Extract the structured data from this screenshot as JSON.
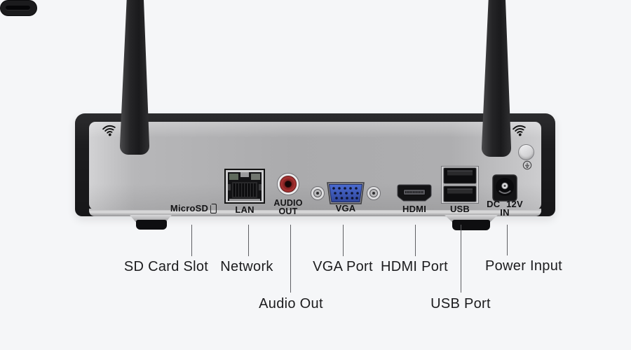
{
  "figure": {
    "colors": {
      "background": "#f5f6f8",
      "device_black": "#1e1e20",
      "panel_gray": "#b0b0b2",
      "vga_blue": "#3f5cc0",
      "rca_red": "#a33030",
      "callout_text": "#1c1c1e"
    },
    "icons": [
      "wifi-icon",
      "wifi-icon",
      "ground-icon",
      "microsd-card-icon"
    ],
    "port_labels": {
      "microsd": "MicroSD",
      "lan": "LAN",
      "audio_line1": "AUDIO",
      "audio_line2": "OUT",
      "vga": "VGA",
      "hdmi": "HDMI",
      "usb": "USB",
      "power_line1": "DC 12V",
      "power_line2": "IN"
    },
    "callouts": {
      "sd": "SD Card Slot",
      "network": "Network",
      "audio": "Audio Out",
      "vga": "VGA Port",
      "hdmi": "HDMI Port",
      "usb": "USB Port",
      "power": "Power Input"
    }
  }
}
